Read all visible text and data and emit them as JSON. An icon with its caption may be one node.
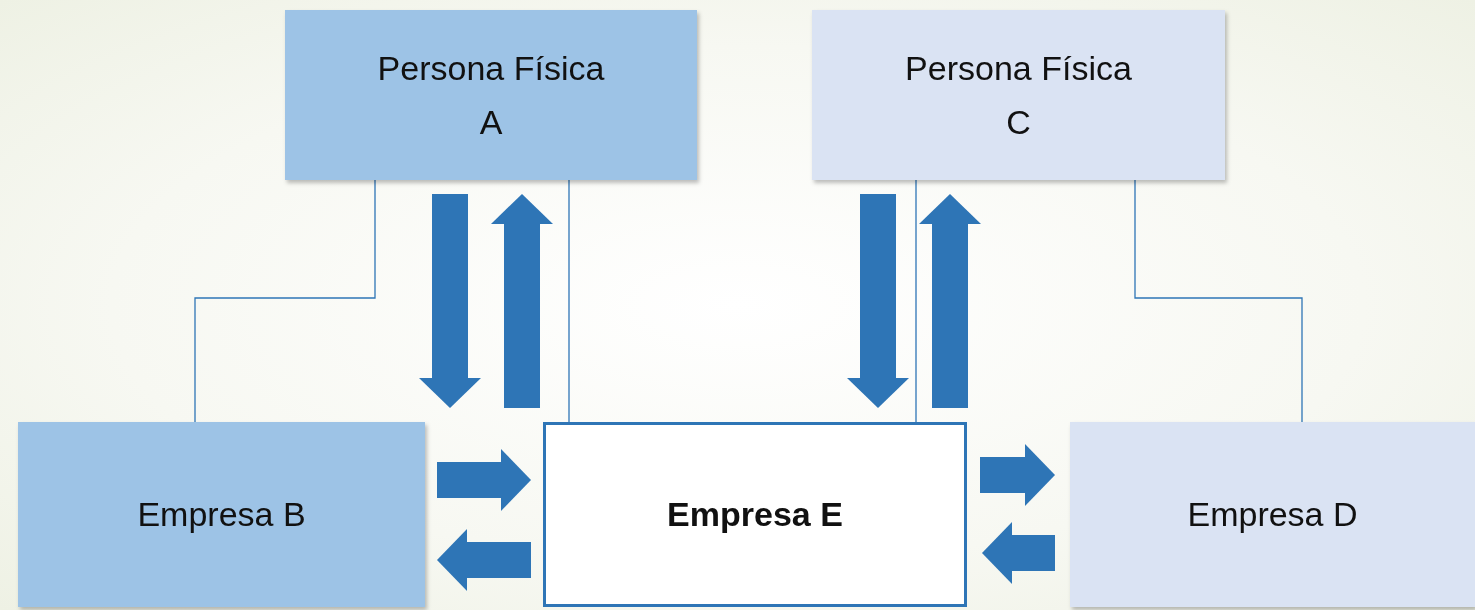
{
  "diagram": {
    "nodes": [
      {
        "text": [
          "Persona Física A"
        ]
      },
      {
        "text": [
          "Persona Física C"
        ]
      },
      {
        "text": [
          "Empresa B"
        ]
      },
      {
        "text": [
          "Empresa E"
        ]
      },
      {
        "text": [
          "Empresa D"
        ]
      }
    ],
    "edges": [
      {
        "from": 0,
        "to": 2,
        "arrow": "none"
      },
      {
        "from": 0,
        "to": 3,
        "arrow": "none"
      },
      {
        "from": 1,
        "to": 3,
        "arrow": "none"
      },
      {
        "from": 1,
        "to": 4,
        "arrow": "none"
      },
      {
        "from": 0,
        "to": 3,
        "arrow": "to"
      },
      {
        "from": 3,
        "to": 0,
        "arrow": "to"
      },
      {
        "from": 1,
        "to": 3,
        "arrow": "to"
      },
      {
        "from": 3,
        "to": 1,
        "arrow": "to"
      },
      {
        "from": 2,
        "to": 3,
        "arrow": "to"
      },
      {
        "from": 3,
        "to": 2,
        "arrow": "to"
      },
      {
        "from": 3,
        "to": 4,
        "arrow": "to"
      },
      {
        "from": 4,
        "to": 3,
        "arrow": "to"
      }
    ]
  }
}
